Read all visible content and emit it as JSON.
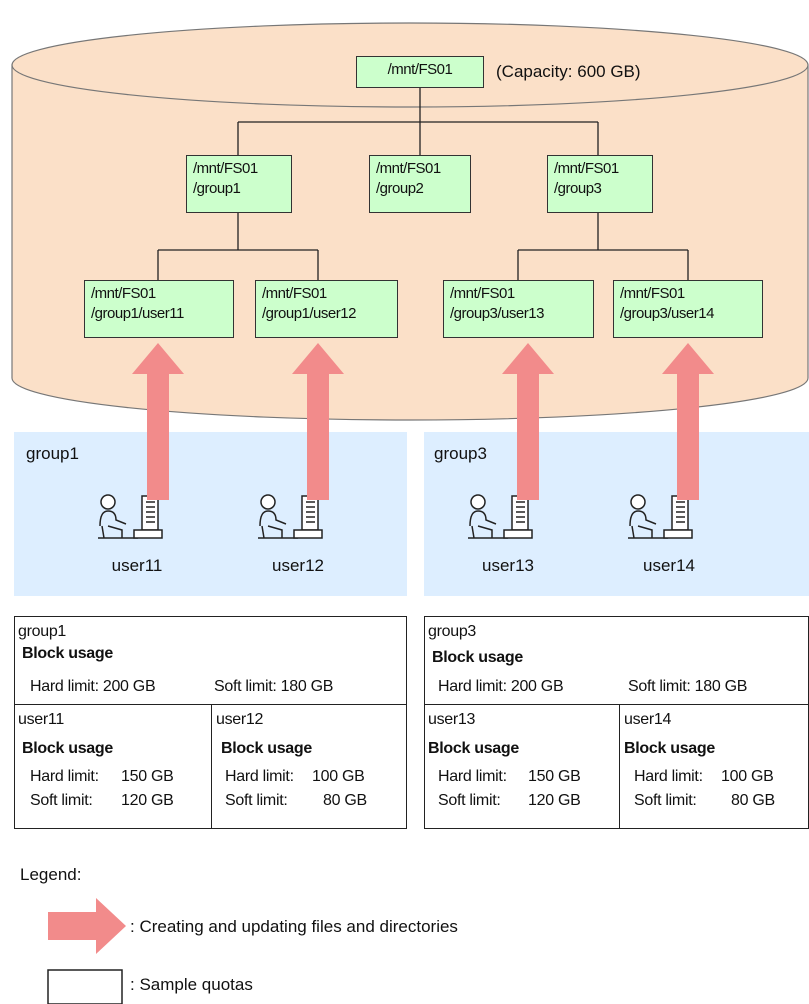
{
  "filesystem": {
    "root": "/mnt/FS01",
    "capacity_label": "(Capacity: 600 GB)",
    "group_dirs": [
      {
        "line1": "/mnt/FS01",
        "line2": "/group1"
      },
      {
        "line1": "/mnt/FS01",
        "line2": "/group2"
      },
      {
        "line1": "/mnt/FS01",
        "line2": "/group3"
      }
    ],
    "user_dirs": [
      {
        "line1": "/mnt/FS01",
        "line2": "/group1/user11"
      },
      {
        "line1": "/mnt/FS01",
        "line2": "/group1/user12"
      },
      {
        "line1": "/mnt/FS01",
        "line2": "/group3/user13"
      },
      {
        "line1": "/mnt/FS01",
        "line2": "/group3/user14"
      }
    ]
  },
  "groups": [
    {
      "label": "group1",
      "users": [
        "user11",
        "user12"
      ]
    },
    {
      "label": "group3",
      "users": [
        "user13",
        "user14"
      ]
    }
  ],
  "quotas": [
    {
      "group": "group1",
      "block_usage": "Block usage",
      "hard": "Hard limit: 200 GB",
      "soft": "Soft limit: 180 GB",
      "users": [
        {
          "name": "user11",
          "block_usage": "Block usage",
          "hard_label": "Hard limit:",
          "hard_value": "150 GB",
          "soft_label": "Soft limit:",
          "soft_value": "120 GB"
        },
        {
          "name": "user12",
          "block_usage": "Block usage",
          "hard_label": "Hard limit:",
          "hard_value": "100 GB",
          "soft_label": "Soft limit:",
          "soft_value": "80 GB"
        }
      ]
    },
    {
      "group": "group3",
      "block_usage": "Block usage",
      "hard": "Hard limit: 200 GB",
      "soft": "Soft limit: 180 GB",
      "users": [
        {
          "name": "user13",
          "block_usage": "Block usage",
          "hard_label": "Hard limit:",
          "hard_value": "150 GB",
          "soft_label": "Soft limit:",
          "soft_value": "120 GB"
        },
        {
          "name": "user14",
          "block_usage": "Block usage",
          "hard_label": "Hard limit:",
          "hard_value": "100 GB",
          "soft_label": "Soft limit:",
          "soft_value": "80 GB"
        }
      ]
    }
  ],
  "legend": {
    "title": "Legend:",
    "arrow_text": ": Creating and updating files and directories",
    "box_text": ": Sample quotas"
  },
  "colors": {
    "disk": "#fbe0c8",
    "group_area": "#ddeeff",
    "node": "#ccffcc",
    "arrow": "#f28b8b"
  },
  "icons": [
    "user-at-computer-icon"
  ]
}
